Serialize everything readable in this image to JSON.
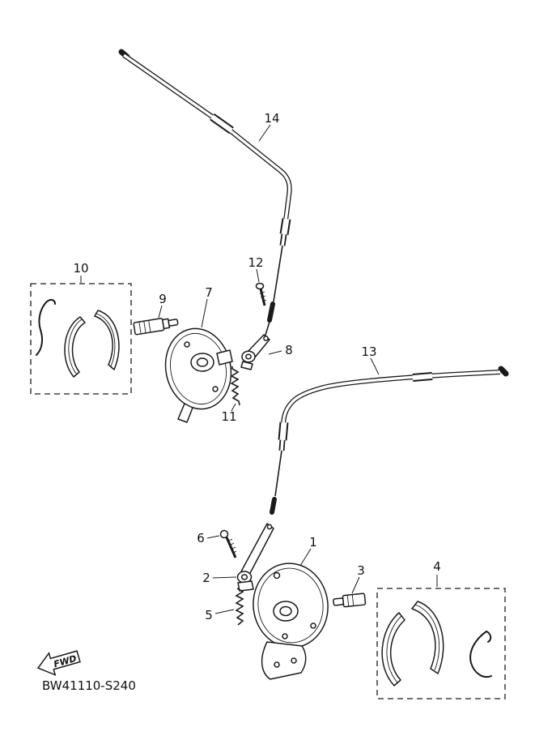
{
  "diagram": {
    "part_code": "BW41110-S240",
    "fwd_label": "FWD",
    "callouts": [
      "14",
      "12",
      "10",
      "9",
      "7",
      "8",
      "11",
      "13",
      "6",
      "2",
      "1",
      "3",
      "5",
      "4"
    ]
  }
}
